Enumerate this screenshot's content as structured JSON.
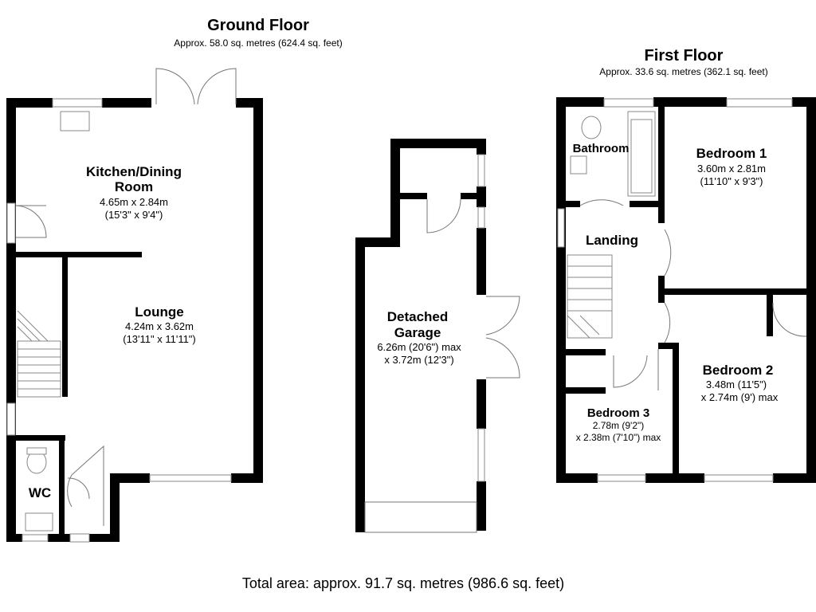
{
  "ground_floor": {
    "title": "Ground Floor",
    "area": "Approx. 58.0 sq. metres (624.4 sq. feet)",
    "rooms": {
      "kitchen": {
        "name_line1": "Kitchen/Dining",
        "name_line2": "Room",
        "dim_m": "4.65m x 2.84m",
        "dim_ft": "(15'3\" x 9'4\")"
      },
      "lounge": {
        "name": "Lounge",
        "dim_m": "4.24m x 3.62m",
        "dim_ft": "(13'11\" x 11'11\")"
      },
      "wc": {
        "name": "WC"
      }
    }
  },
  "garage": {
    "name_line1": "Detached",
    "name_line2": "Garage",
    "dim_line1": "6.26m (20'6\") max",
    "dim_line2": "x 3.72m (12'3\")"
  },
  "first_floor": {
    "title": "First Floor",
    "area": "Approx. 33.6 sq. metres (362.1 sq. feet)",
    "rooms": {
      "bathroom": {
        "name": "Bathroom"
      },
      "landing": {
        "name": "Landing"
      },
      "bedroom1": {
        "name": "Bedroom 1",
        "dim_m": "3.60m x 2.81m",
        "dim_ft": "(11'10\" x 9'3\")"
      },
      "bedroom2": {
        "name": "Bedroom 2",
        "dim_line1": "3.48m (11'5\")",
        "dim_line2": "x 2.74m (9') max"
      },
      "bedroom3": {
        "name": "Bedroom 3",
        "dim_line1": "2.78m (9'2\")",
        "dim_line2": "x 2.38m (7'10\") max"
      }
    }
  },
  "total_area": "Total area: approx. 91.7 sq. metres (986.6 sq. feet)"
}
